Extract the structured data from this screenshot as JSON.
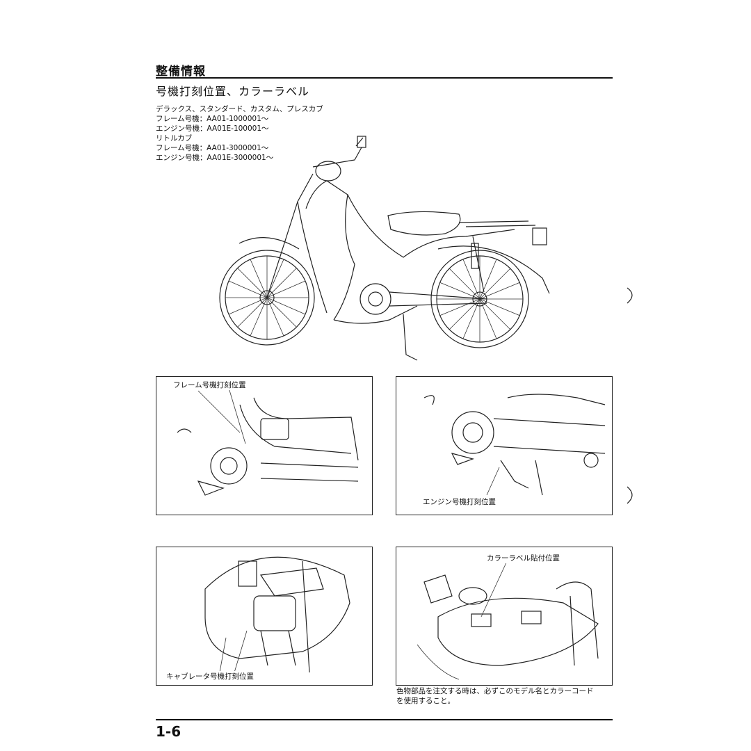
{
  "header": {
    "title": "整備情報",
    "subtitle": "号機打刻位置、カラーラベル"
  },
  "specs": [
    "デラックス、スタンダード、カスタム、プレスカブ",
    "フレーム号機：AA01-1000001～",
    "エンジン号機：AA01E-100001～",
    "リトルカブ",
    "フレーム号機：AA01-3000001～",
    "エンジン号機：AA01E-3000001～"
  ],
  "panels": {
    "frame_label": "フレーム号機打刻位置",
    "engine_label": "エンジン号機打刻位置",
    "carb_label": "キャブレータ号機打刻位置",
    "color_label": "カラーラベル貼付位置"
  },
  "note": {
    "line1": "色物部品を注文する時は、必ずこのモデル名とカラーコード",
    "line2": "を使用すること。"
  },
  "footer": {
    "page_number": "1-6"
  }
}
